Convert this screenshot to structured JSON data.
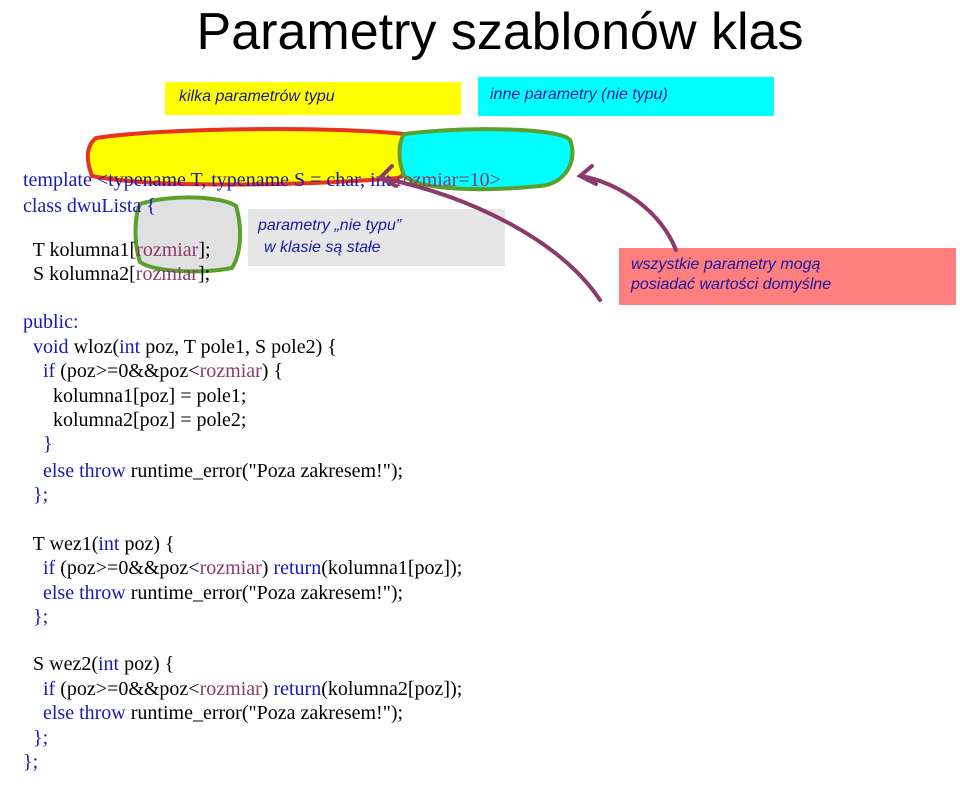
{
  "slide": {
    "title": "Parametry szablonów klas"
  },
  "callouts": {
    "type_params": "kilka parametrów typu",
    "non_type_params": "inne parametry (nie typu)",
    "constants_line1": "parametry „nie typu”",
    "constants_line2": "w klasie są stałe",
    "defaults_line1": "wszystkie parametry mogą",
    "defaults_line2": "posiadać wartości domyślne"
  },
  "code": {
    "l01": {
      "a": "template ",
      "b": "<typename T, typename S = char, ",
      "c": "int ",
      "d": "rozmiar=10>"
    },
    "l02": {
      "a": "class dwuLista {"
    },
    "l03": {
      "a": "  T kolumna1[",
      "b": "rozmiar",
      "c": "];"
    },
    "l04": {
      "a": "  S kolumna2[",
      "b": "rozmiar",
      "c": "];"
    },
    "l05": {
      "a": "public:"
    },
    "l06": {
      "a": "  void ",
      "b": "wloz(",
      "c": "int ",
      "d": "poz, T pole1, S pole2) {"
    },
    "l07": {
      "a": "    ",
      "b": "if ",
      "c": "(poz>=0&&poz<",
      "d": "rozmiar",
      "e": ") {"
    },
    "l08": {
      "a": "      kolumna1[poz] = pole1;"
    },
    "l09": {
      "a": "      kolumna2[poz] = pole2;"
    },
    "l10": {
      "a": "    }"
    },
    "l11": {
      "a": "    ",
      "b": "else throw ",
      "c": "runtime_error(\"Poza zakresem!\");"
    },
    "l12": {
      "a": "  };"
    },
    "l13": {
      "a": "  T wez1(",
      "b": "int ",
      "c": "poz) {"
    },
    "l14": {
      "a": "    ",
      "b": "if ",
      "c": "(poz>=0&&poz<",
      "d": "rozmiar",
      "e": ") ",
      "f": "return",
      "g": "(kolumna1[poz]);"
    },
    "l15": {
      "a": "    ",
      "b": "else throw ",
      "c": "runtime_error(\"Poza zakresem!\");"
    },
    "l16": {
      "a": "  };"
    },
    "l17": {
      "a": "  S wez2(",
      "b": "int ",
      "c": "poz) {"
    },
    "l18": {
      "a": "    ",
      "b": "if ",
      "c": "(poz>=0&&poz<",
      "d": "rozmiar",
      "e": ") ",
      "f": "return",
      "g": "(kolumna2[poz]);"
    },
    "l19": {
      "a": "    ",
      "b": "else throw ",
      "c": "runtime_error(\"Poza zakresem!\");"
    },
    "l20": {
      "a": "  };"
    },
    "l21": {
      "a": "};"
    }
  },
  "colors": {
    "keyword": "#1a1ab0",
    "param": "#8b3a6a",
    "highlight_yellow": "#ffff00",
    "highlight_cyan": "#00ffff",
    "note_grey": "#e6e6e6",
    "note_salmon": "#ff7f7f",
    "outline_red": "#e8321e",
    "outline_green": "#5aa02c",
    "arrow_purple": "#8b3a6a"
  }
}
